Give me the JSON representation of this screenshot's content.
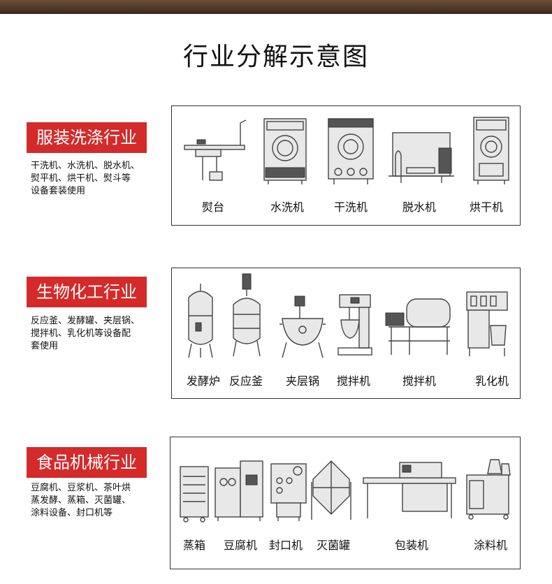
{
  "title": "行业分解示意图",
  "sections": [
    {
      "name": "服装洗涤行业",
      "desc": [
        "干洗机、水洗机、脱水机、",
        "熨平机、烘干机、熨斗等",
        "设备套装使用"
      ],
      "labels": [
        "熨台",
        "水洗机",
        "干洗机",
        "脱水机",
        "烘干机"
      ]
    },
    {
      "name": "生物化工行业",
      "desc": [
        "反应釜、发酵罐、夹层锅、",
        "搅拌机、乳化机等设备配",
        "套使用"
      ],
      "labels": [
        "发酵炉",
        "反应釜",
        "夹层锅",
        "搅拌机",
        "搅拌机",
        "乳化机"
      ]
    },
    {
      "name": "食品机械行业",
      "desc": [
        "豆腐机、豆浆机、茶叶烘",
        "蒸发酵、蒸箱、灭菌罐、",
        "涂料设备、封口机等"
      ],
      "labels": [
        "蒸箱",
        "豆腐机",
        "封口机",
        "灭菌罐",
        "包装机",
        "涂料机"
      ]
    }
  ]
}
